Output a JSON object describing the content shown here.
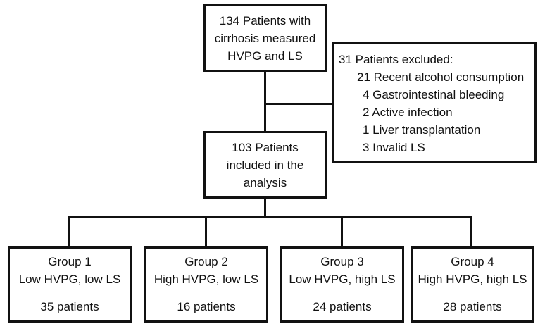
{
  "top_box": {
    "lines": [
      "134 Patients with",
      "cirrhosis measured",
      "HVPG and LS"
    ]
  },
  "excluded_box": {
    "title": "31 Patients excluded:",
    "items": [
      "21 Recent alcohol consumption",
      "4 Gastrointestinal bleeding",
      "2 Active infection",
      "1 Liver transplantation",
      "3 Invalid LS"
    ]
  },
  "analysis_box": {
    "lines": [
      "103 Patients",
      "included in the",
      "analysis"
    ]
  },
  "groups": [
    {
      "name": "Group 1",
      "desc": "Low HVPG, low LS",
      "count": "35 patients"
    },
    {
      "name": "Group 2",
      "desc": "High HVPG, low LS",
      "count": "16 patients"
    },
    {
      "name": "Group 3",
      "desc": "Low HVPG, high LS",
      "count": "24 patients"
    },
    {
      "name": "Group 4",
      "desc": "High HVPG, high LS",
      "count": "28 patients"
    }
  ],
  "colors": {
    "stroke": "#111111",
    "background": "#ffffff"
  }
}
